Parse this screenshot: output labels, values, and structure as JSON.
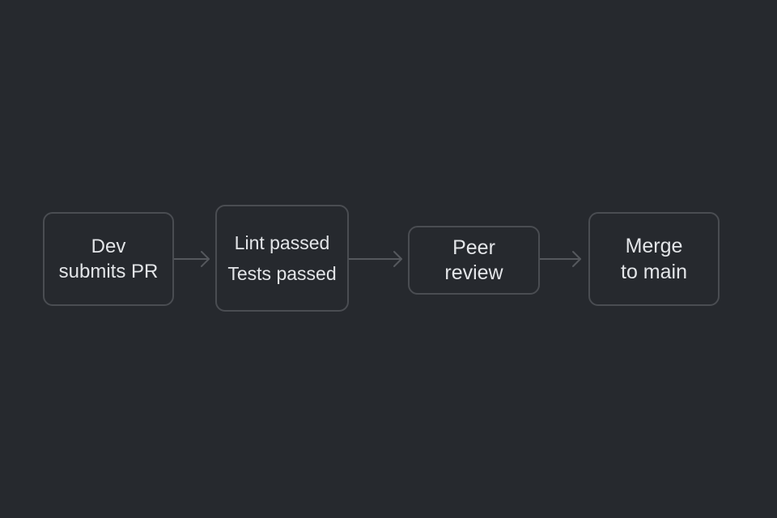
{
  "diagram": {
    "colors": {
      "background": "#26292e",
      "box_border": "#4a4d52",
      "arrow": "#55585d",
      "text": "#e3e5e8"
    },
    "nodes": [
      {
        "id": "dev",
        "lines": [
          "Dev",
          "submits PR"
        ]
      },
      {
        "id": "checks",
        "lines": [
          "Lint passed",
          "Tests passed"
        ]
      },
      {
        "id": "review",
        "lines": [
          "Peer",
          "review"
        ]
      },
      {
        "id": "merge",
        "lines": [
          "Merge",
          "to main"
        ]
      }
    ],
    "edges": [
      {
        "from": "dev",
        "to": "checks",
        "icon": "arrow-right-icon"
      },
      {
        "from": "checks",
        "to": "review",
        "icon": "arrow-right-icon"
      },
      {
        "from": "review",
        "to": "merge",
        "icon": "arrow-right-icon"
      }
    ]
  }
}
